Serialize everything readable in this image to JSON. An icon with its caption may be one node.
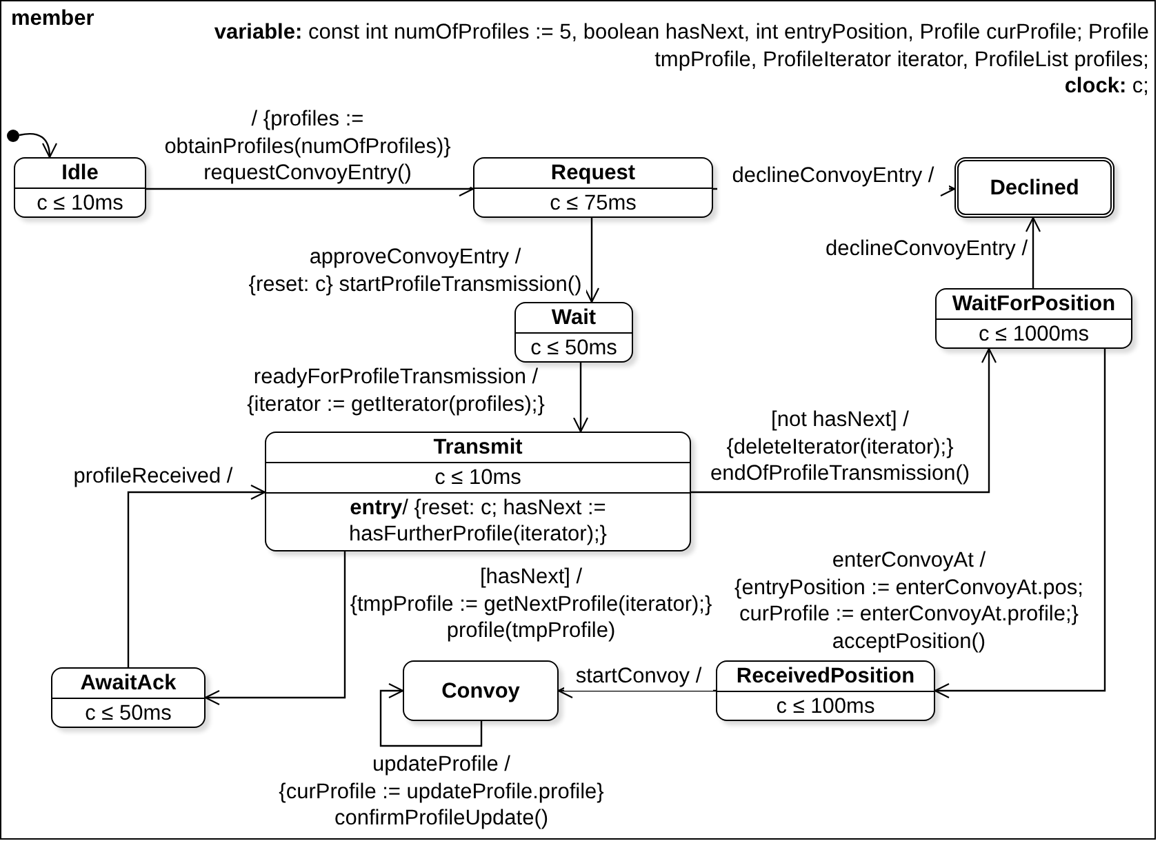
{
  "diagram": {
    "nodes": [
      {
        "text": [
          "member",
          "**variable:** const int numOfProfiles := 5, boolean hasNext, int entryPosition, Profile curProfile; Profile tmpProfile, ProfileIterator iterator, ProfileList profiles;",
          "**clock:** c;"
        ]
      },
      {
        "text": [],
        "shape": "circle",
        "in": 0
      },
      {
        "text": [
          "Idle",
          "c ≤ 10ms"
        ],
        "in": 0
      },
      {
        "text": [
          "Request",
          "c ≤ 75ms"
        ],
        "in": 0
      },
      {
        "text": [
          "Declined"
        ],
        "in": 0
      },
      {
        "text": [
          "Wait",
          "c ≤ 50ms"
        ],
        "in": 0
      },
      {
        "text": [
          "WaitForPosition",
          "c ≤ 1000ms"
        ],
        "in": 0
      },
      {
        "text": [
          "Transmit",
          "c ≤ 10ms",
          "**entry**/ {reset: c; hasNext := hasFurtherProfile(iterator);}"
        ],
        "in": 0
      },
      {
        "text": [
          "AwaitAck",
          "c ≤ 50ms"
        ],
        "in": 0
      },
      {
        "text": [
          "Convoy"
        ],
        "in": 0
      },
      {
        "text": [
          "ReceivedPosition",
          "c ≤ 100ms"
        ],
        "in": 0
      }
    ],
    "edges": [
      {
        "from": 1,
        "to": 2,
        "arrow": "to"
      },
      {
        "from": 2,
        "to": 3,
        "arrow": "to",
        "label": "/ {profiles := obtainProfiles(numOfProfiles)} requestConvoyEntry()"
      },
      {
        "from": 3,
        "to": 4,
        "arrow": "to",
        "label": "declineConvoyEntry /"
      },
      {
        "from": 3,
        "to": 5,
        "arrow": "to",
        "label": "approveConvoyEntry / {reset: c} startProfileTransmission()"
      },
      {
        "from": 6,
        "to": 4,
        "arrow": "to",
        "label": "declineConvoyEntry /"
      },
      {
        "from": 5,
        "to": 7,
        "arrow": "to",
        "label": "readyForProfileTransmission / {iterator := getIterator(profiles);}"
      },
      {
        "from": 7,
        "to": 6,
        "arrow": "to",
        "label": "[not hasNext] / {deleteIterator(iterator);} endOfProfileTransmission()"
      },
      {
        "from": 7,
        "to": 8,
        "arrow": "to",
        "label": "[hasNext] / {tmpProfile := getNextProfile(iterator);} profile(tmpProfile)"
      },
      {
        "from": 8,
        "to": 7,
        "arrow": "to",
        "label": "profileReceived /"
      },
      {
        "from": 6,
        "to": 10,
        "arrow": "to",
        "label": "enterConvoyAt / {entryPosition := enterConvoyAt.pos; curProfile := enterConvoyAt.profile;} acceptPosition()"
      },
      {
        "from": 10,
        "to": 9,
        "arrow": "to",
        "label": "startConvoy /"
      },
      {
        "from": 9,
        "to": 9,
        "arrow": "to",
        "label": "updateProfile / {curProfile := updateProfile.profile} confirmProfileUpdate()"
      }
    ]
  }
}
